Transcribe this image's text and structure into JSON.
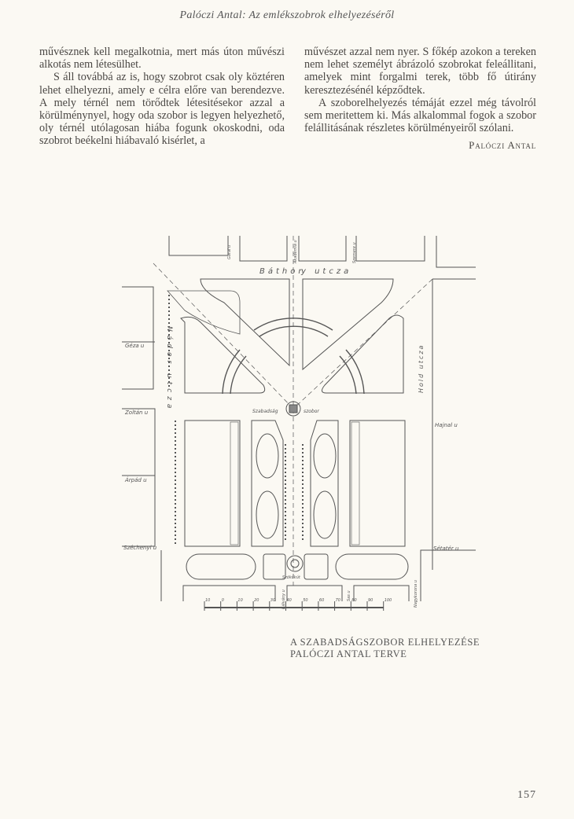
{
  "header": "Palóczi Antal: Az emlékszobrok elhelyezéséről",
  "left_column": [
    "művésznek kell megalkotnia, mert más úton művészi alkotás nem létesülhet.",
    "S áll továbbá az is, hogy szobrot csak oly köztéren lehet elhelyezni, amely e célra előre van berendezve. A mely térnél nem törődtek létesitésekor azzal a körülménynyel, hogy oda szobor is legyen helyezhető, oly térnél utólagosan hiába fogunk okoskodni, oda szobrot beékelni hiábavaló kisérlet, a"
  ],
  "right_column": [
    "művészet azzal nem nyer. S főkép azokon a tereken nem lehet személyt ábrázoló szobrokat feleállitani, amelyek mint forgalmi terek, több fő útirány keresztezésénél képződtek.",
    "A szoborelhelyezés témáját ezzel még távolról sem meritettem ki. Más alkalommal fogok a szobor felállitásának részletes körülményeiről szólani."
  ],
  "signature": "Palóczi Antal",
  "map": {
    "labels": {
      "bathory_a": "Báthor",
      "bathory_b": "y utcza",
      "garai": "Garai u",
      "akademia": "Akadémia u",
      "szemere": "Szemere u",
      "geza": "Géza u",
      "zoltan": "Zoltán u",
      "arpad": "Árpád u",
      "szechenyi": "Széchenyi u",
      "nador": "Nádor utcza",
      "hold": "Hold utcza",
      "hajnal": "Hajnal u",
      "setater": "Sétatér u",
      "szobor_a": "Szabadság",
      "szobor_b": "szobor",
      "szokokut": "Szökőkút",
      "balvany": "Bálvány u",
      "sas": "Sas u",
      "nagykorona": "Nagykorona u"
    },
    "scale_ticks": [
      "10",
      "0",
      "10",
      "20",
      "30",
      "40",
      "50",
      "60",
      "70",
      "80",
      "90",
      "100"
    ]
  },
  "caption": [
    "A SZABADSÁGSZOBOR ELHELYEZÉSE",
    "PALÓCZI ANTAL TERVE"
  ],
  "page_number": "157"
}
